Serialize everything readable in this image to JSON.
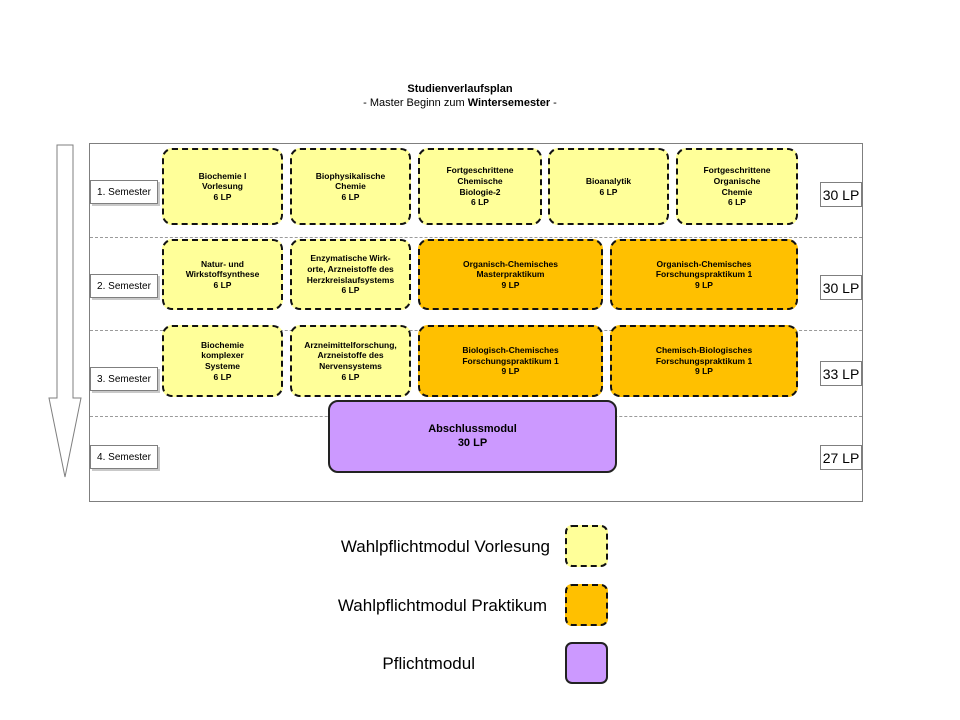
{
  "header": {
    "title": "Studienverlaufsplan",
    "subtitle_prefix": "- Master Beginn zum ",
    "subtitle_bold": "Wintersemester",
    "subtitle_suffix": " -"
  },
  "semesters": [
    {
      "label": "1. Semester",
      "lp": "30 LP"
    },
    {
      "label": "2. Semester",
      "lp": "30 LP"
    },
    {
      "label": "3. Semester",
      "lp": "33 LP"
    },
    {
      "label": "4. Semester",
      "lp": "27 LP"
    }
  ],
  "modules": {
    "s1": [
      "Biochemie I\nVorlesung\n6 LP",
      "Biophysikalische\nChemie\n6 LP",
      "Fortgeschrittene\nChemische\nBiologie-2\n6 LP",
      "Bioanalytik\n6 LP",
      "Fortgeschrittene\nOrganische\nChemie\n6 LP"
    ],
    "s2": [
      "Natur- und\nWirkstoffsynthese\n6 LP",
      "Enzymatische Wirk-\norte, Arzneistoffe des\nHerzkreislaufsystems\n6 LP",
      "Organisch-Chemisches\nMasterpraktikum\n9 LP",
      "Organisch-Chemisches\nForschungspraktikum 1\n9 LP"
    ],
    "s3": [
      "Biochemie\nkomplexer\nSysteme\n6 LP",
      "Arzneimittelforschung,\nArzneistoffe des\nNervensystems\n6 LP",
      "Biologisch-Chemisches\nForschungspraktikum 1\n9 LP",
      "Chemisch-Biologisches\nForschungspraktikum 1\n9 LP"
    ],
    "s4": [
      "Abschlussmodul\n30 LP"
    ]
  },
  "legend": [
    {
      "label": "Wahlpflichtmodul Vorlesung",
      "kind": "light"
    },
    {
      "label": "Wahlpflichtmodul Praktikum",
      "kind": "dark"
    },
    {
      "label": "Pflichtmodul",
      "kind": "purple"
    }
  ],
  "colors": {
    "vorlesung": "#ffff99",
    "praktikum": "#ffc000",
    "pflicht": "#cc99ff"
  }
}
